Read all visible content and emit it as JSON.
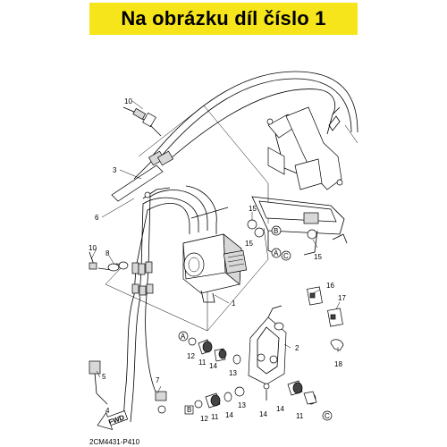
{
  "banner": {
    "text": "Na obrázku díl číslo 1"
  },
  "diagram": {
    "part_code": "2CM4431-P410",
    "fwd_label": "FWD",
    "callouts": {
      "c1": "1",
      "c2": "2",
      "c3": "3",
      "c4": "4",
      "c5": "5",
      "c6": "6",
      "c7": "7",
      "c8": "8",
      "c10a": "10",
      "c10b": "10",
      "c11a": "11",
      "c11b": "11",
      "c11c": "11",
      "c12a": "12",
      "c12b": "12",
      "c13a": "13",
      "c13b": "13",
      "c14a": "14",
      "c14b": "14",
      "c14c": "14",
      "c14d": "14",
      "c15a": "15",
      "c15b": "15",
      "c15c": "15",
      "c16": "16",
      "c17": "17",
      "c18": "18"
    },
    "markers": {
      "mA1": "A",
      "mB1": "B",
      "mC1": "C",
      "mA2": "A",
      "mB2": "B",
      "mC2": "C"
    }
  }
}
